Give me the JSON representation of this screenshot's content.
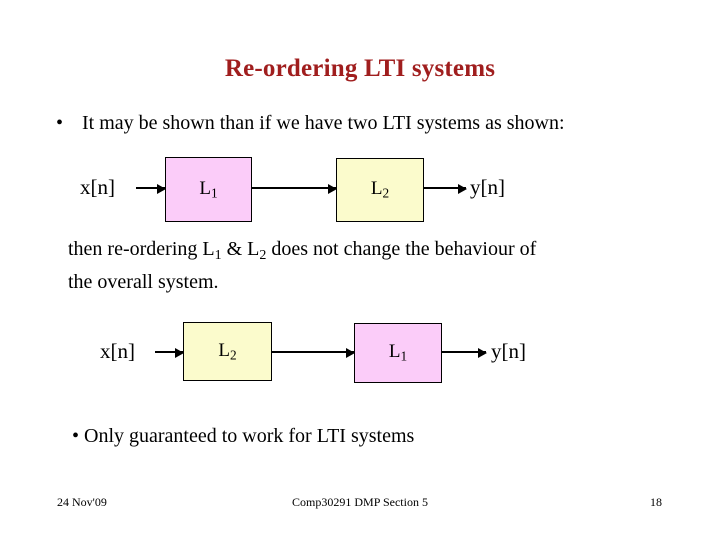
{
  "slide": {
    "title": "Re-ordering LTI systems",
    "title_color": "#A01E1E",
    "background_color": "#FFFFFF"
  },
  "bullets": {
    "top": {
      "marker": "•",
      "text": "It may be shown than if we have two LTI systems as shown:"
    },
    "bottom": {
      "marker": "•",
      "text": "Only guaranteed to work for LTI systems"
    }
  },
  "paragraph": {
    "line1_a": "then re-ordering L",
    "line1_sub1": "1",
    "line1_b": " & L",
    "line1_sub2": "2",
    "line1_c": " does not change the behaviour of",
    "line2": "the overall system."
  },
  "diagram_top": {
    "input_label": "x[n]",
    "output_label": "y[n]",
    "block1": {
      "base": "L",
      "sub": "1",
      "fill": "#FBCCF9",
      "stroke": "#000000"
    },
    "block2": {
      "base": "L",
      "sub": "2",
      "fill": "#FBFBCC",
      "stroke": "#000000"
    }
  },
  "diagram_bottom": {
    "input_label": "x[n]",
    "output_label": "y[n]",
    "block1": {
      "base": "L",
      "sub": "2",
      "fill": "#FBFBCC",
      "stroke": "#000000"
    },
    "block2": {
      "base": "L",
      "sub": "1",
      "fill": "#FBCCF9",
      "stroke": "#000000"
    }
  },
  "footer": {
    "date": "24 Nov'09",
    "center": "Comp30291 DMP Section 5",
    "page": "18"
  }
}
